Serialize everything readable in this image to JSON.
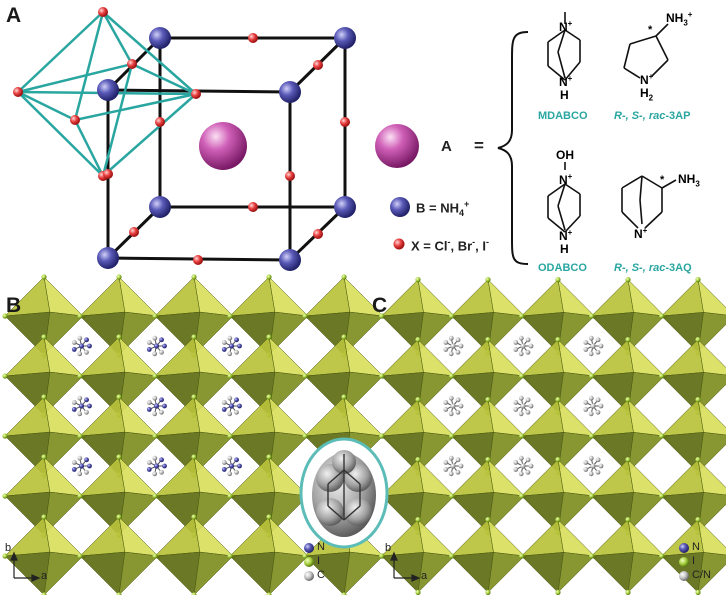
{
  "panels": {
    "a": "A",
    "b": "B",
    "c": "C"
  },
  "legend_a": {
    "b_label": "B = NH",
    "b_sup": "4",
    "b_sup2": "+",
    "x_label": "X = Cl",
    "x_rest": ", Br",
    "x_rest2": ", I",
    "minus": "-"
  },
  "equation": {
    "a": "A",
    "eq": "="
  },
  "molecules": {
    "mdabco": "MDABCO",
    "ap_prefix": "R-, S-, ",
    "ap_rac": "rac",
    "ap_suffix": "-3AP",
    "odabco": "ODABCO",
    "aq_prefix": "R-, S-, ",
    "aq_rac": "rac",
    "aq_suffix": "-3AQ"
  },
  "atoms": {
    "n": "N",
    "n1": "N",
    "n2": "N",
    "n3": "N",
    "n4": "N",
    "n5": "N",
    "h": "H",
    "h2": "H",
    "h3": "H",
    "h4": "H",
    "nh3": "NH",
    "nh3b": "NH",
    "three": "3",
    "threeb": "3",
    "h2label": "H",
    "two": "2",
    "plus": "+",
    "star": "*",
    "oh": "OH"
  },
  "legend_b": {
    "n": "N",
    "i": "I",
    "c": "C",
    "axis_b": "b",
    "axis_a": "a"
  },
  "legend_c": {
    "n": "N",
    "i": "I",
    "c": "C/N",
    "axis_b": "b",
    "axis_a": "a"
  },
  "colors": {
    "teal": "#2aa6a0",
    "octa_yellow": "#d8e05a",
    "octa_dark": "#6a7a1a",
    "blue": "#4848a8",
    "red": "#e84040",
    "magenta": "#c040a8"
  }
}
